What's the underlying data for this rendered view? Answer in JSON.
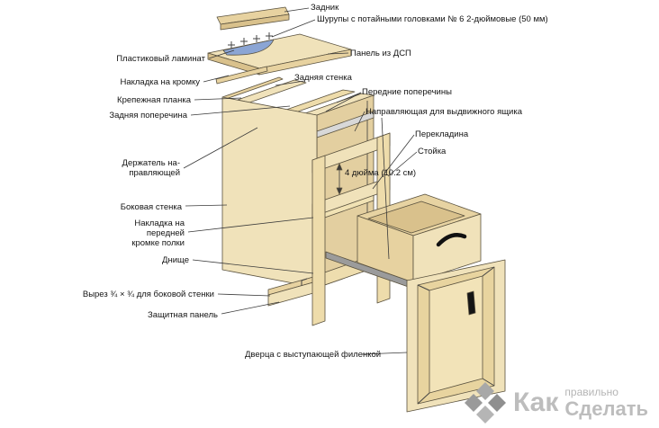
{
  "diagram": {
    "labels": {
      "zadnik": "Задник",
      "shurupy": "Шурупы с потайными головками № 6 2-дюймовые (50 мм)",
      "plastikovyy_laminat": "Пластиковый ламинат",
      "panel_dsp": "Панель из ДСП",
      "nakladka_na_kromku": "Накладка на кромку",
      "zadnyaya_stenka": "Задняя стенка",
      "krepezhnaya_planka": "Крепежная планка",
      "perednie_poperechiny": "Передние поперечины",
      "zadnyaya_poperechina": "Задняя поперечина",
      "napravlyayushchaya": "Направляющая для выдвижного ящика",
      "perekladina": "Перекладина",
      "stoyka": "Стойка",
      "derzhatel": "Держатель на-\nправляющей",
      "dimension": "4 дюйма (10.2 см)",
      "bokovaya_stenka": "Боковая стенка",
      "nakladka_polki": "Накладка на\nпередней\nкромке полки",
      "dnishche": "Днище",
      "vyrez": "Вырез ¾ × ¾ для боковой стенки",
      "zashchitnaya_panel": "Защитная панель",
      "dverza": "Дверца с выступающей филенкой"
    },
    "watermark": {
      "word1": "Как",
      "word2": "правильно",
      "word3": "Сделать"
    },
    "colors": {
      "wood_light": "#f0e2ba",
      "wood_mid": "#e7d2a0",
      "wood_dark": "#d9c18c",
      "laminate_blue": "#8ba5d4",
      "metal": "#9b9b9b",
      "watermark_gray": "#b5b5b5"
    }
  }
}
